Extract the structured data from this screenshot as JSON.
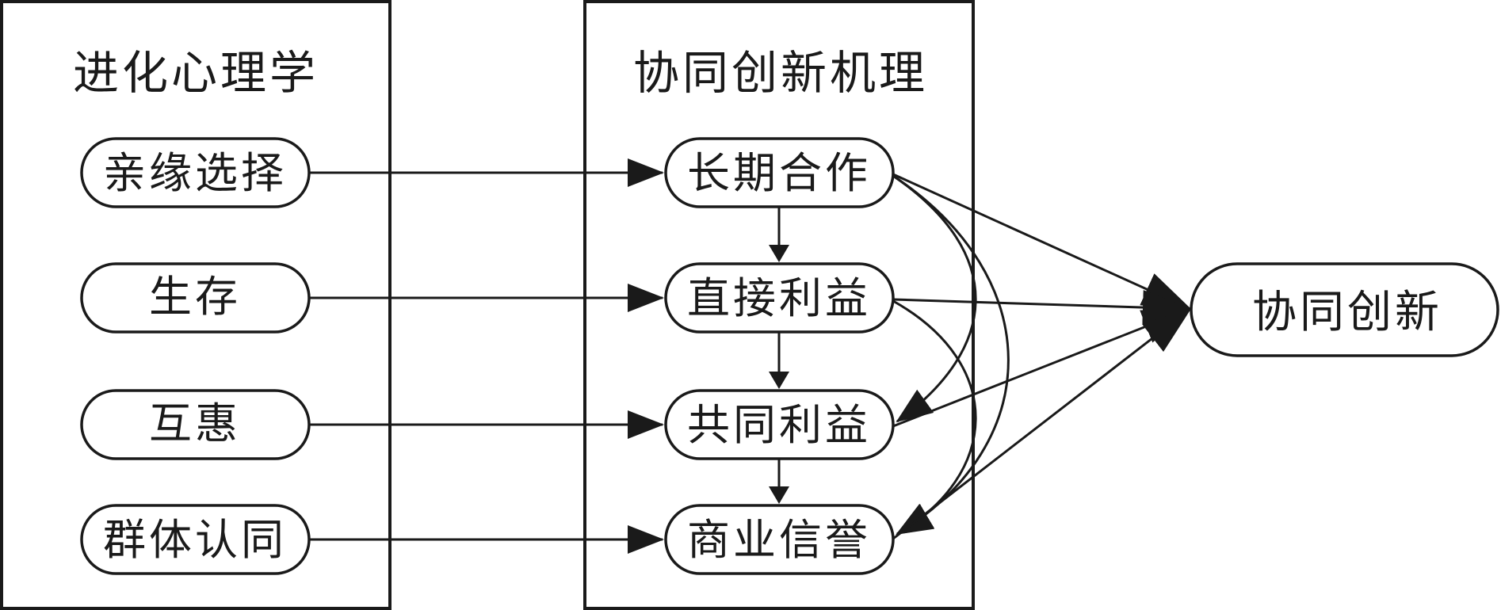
{
  "groups": {
    "left_title": "进化心理学",
    "middle_title": "协同创新机理"
  },
  "left_nodes": [
    "亲缘选择",
    "生存",
    "互惠",
    "群体认同"
  ],
  "middle_nodes": [
    "长期合作",
    "直接利益",
    "共同利益",
    "商业信誉"
  ],
  "target": "协同创新",
  "edges": [
    {
      "from": "亲缘选择",
      "to": "长期合作"
    },
    {
      "from": "生存",
      "to": "直接利益"
    },
    {
      "from": "互惠",
      "to": "共同利益"
    },
    {
      "from": "群体认同",
      "to": "商业信誉"
    },
    {
      "from": "长期合作",
      "to": "直接利益"
    },
    {
      "from": "直接利益",
      "to": "共同利益"
    },
    {
      "from": "共同利益",
      "to": "商业信誉"
    },
    {
      "from": "长期合作",
      "to": "共同利益"
    },
    {
      "from": "长期合作",
      "to": "商业信誉"
    },
    {
      "from": "直接利益",
      "to": "商业信誉"
    },
    {
      "from": "长期合作",
      "to": "协同创新"
    },
    {
      "from": "直接利益",
      "to": "协同创新"
    },
    {
      "from": "共同利益",
      "to": "协同创新"
    },
    {
      "from": "商业信誉",
      "to": "协同创新"
    }
  ],
  "colors": {
    "stroke": "#1a1a1a",
    "background": "#ffffff"
  }
}
